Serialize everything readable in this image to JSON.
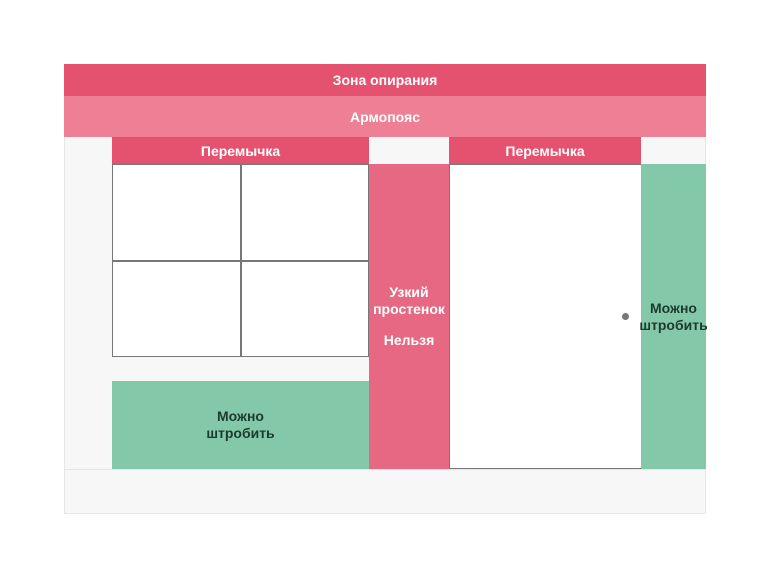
{
  "diagram": {
    "zone_label": "Зона опирания",
    "belt_label": "Армопояс",
    "lintel_left_label": "Перемычка",
    "lintel_right_label": "Перемычка",
    "pier": {
      "line1": "Узкий",
      "line2": "простенок",
      "line3": "Нельзя"
    },
    "under_window": {
      "line1": "Можно",
      "line2": "штробить"
    },
    "side_wall": {
      "line1": "Можно",
      "line2": "штробить"
    }
  },
  "colors": {
    "zone": "#e5526f",
    "belt": "#ee7f95",
    "pier": "#e66883",
    "allowed": "#83c9a9",
    "wall": "#f7f7f7",
    "frame": "#777777"
  }
}
